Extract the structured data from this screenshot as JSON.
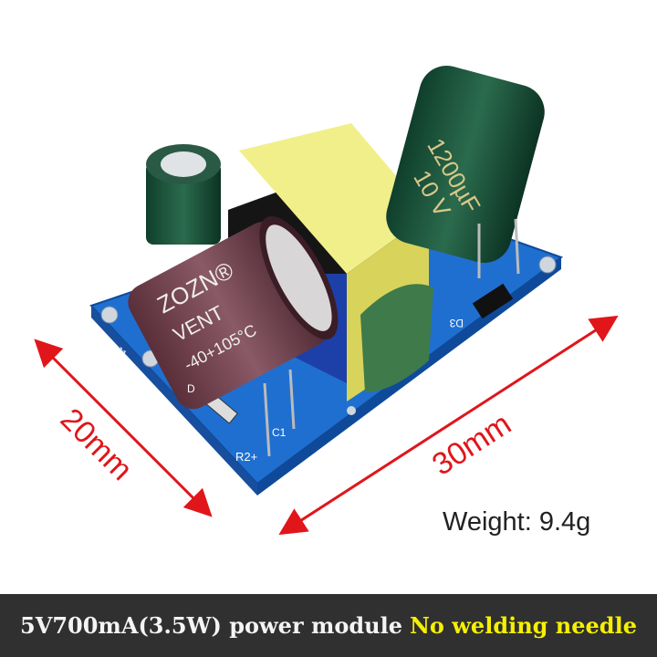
{
  "image": {
    "dimension_width": "20mm",
    "dimension_length": "30mm",
    "weight": "Weight: 9.4g",
    "banner": {
      "main_text": "5V700mA(3.5W) power module",
      "highlight_text": "No welding needle"
    },
    "component_markings": {
      "big_cap_brand": "ZOZN®",
      "big_cap_line2": "VENT",
      "big_cap_line3": "-40+105°C",
      "output_cap": "1200µF",
      "output_cap_voltage": "10 V",
      "silkscreen": [
        "J1",
        "D",
        "C1",
        "R2+",
        "D3"
      ]
    },
    "colors": {
      "arrow": "#e0161b",
      "banner_bg": "#303030",
      "highlight": "#f5f000",
      "pcb": "#1f6fd0"
    }
  }
}
